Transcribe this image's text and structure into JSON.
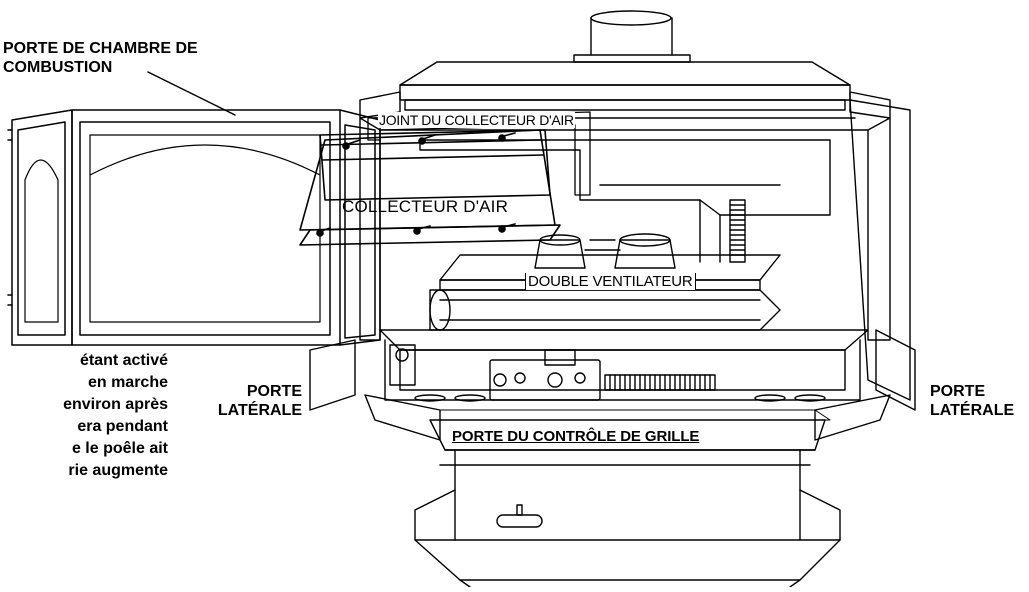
{
  "labels": {
    "combustion_door_line1": "PORTE DE CHAMBRE DE",
    "combustion_door_line2": "COMBUSTION",
    "air_manifold_gasket": "JOINT DU COLLECTEUR D'AIR",
    "air_manifold": "COLLECTEUR D'AIR",
    "dual_fan": "DOUBLE VENTILATEUR",
    "side_door_left_line1": "PORTE",
    "side_door_left_line2": "LATÉRALE",
    "side_door_right_line1": "PORTE",
    "side_door_right_line2": "LATÉRALE",
    "grille_control_door": "PORTE DU CONTRÔLE DE GRILLE"
  },
  "side_text": [
    "étant activé",
    "en marche",
    "environ après",
    "era pendant",
    "e le poêle ait",
    "rie augmente"
  ],
  "colors": {
    "line": "#000000",
    "background": "#ffffff"
  }
}
